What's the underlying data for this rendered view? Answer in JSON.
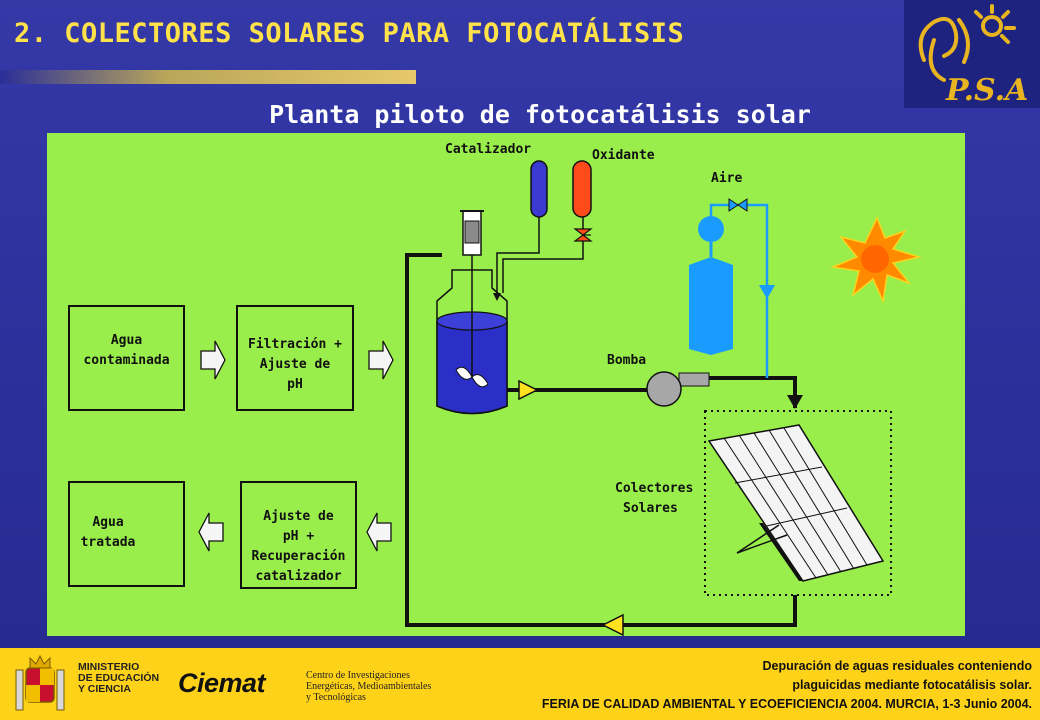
{
  "slide": {
    "title": "2. COLECTORES SOLARES PARA FOTOCATÁLISIS",
    "subtitle": "Planta piloto de fotocatálisis solar"
  },
  "diagram": {
    "boxes": {
      "agua_contaminada": [
        "Agua",
        "contaminada"
      ],
      "filtracion": [
        "Filtración +",
        "Ajuste de",
        "pH"
      ],
      "agua_tratada": [
        "Agua",
        "tratada"
      ],
      "ajuste": [
        "Ajuste de",
        "pH +",
        "Recuperación",
        "catalizador"
      ]
    },
    "labels": {
      "catalizador": "Catalizador",
      "oxidante": "Oxidante",
      "aire": "Aire",
      "bomba": "Bomba",
      "colectores": [
        "Colectores",
        "Solares"
      ]
    },
    "colors": {
      "background": "#99ee4c",
      "reactor": "#2b2fc8",
      "catalyst_tank": "#3a3ad0",
      "oxidant_tank": "#ff4a1a",
      "air_line": "#1a9cff",
      "sun": "#ff7a00"
    }
  },
  "footer": {
    "line1": "Depuración de aguas residuales conteniendo",
    "line2": "plaguicidas mediante fotocatálisis solar.",
    "line3": "FERIA DE CALIDAD AMBIENTAL Y ECOEFICIENCIA 2004. MURCIA, 1-3 Junio 2004.",
    "ministry": [
      "MINISTERIO",
      "DE EDUCACIÓN",
      "Y CIENCIA"
    ],
    "ciemat": "Ciemat",
    "ciemat_sub": [
      "Centro de Investigaciones",
      "Energéticas, Medioambientales",
      "y Tecnológicas"
    ],
    "psa_logo": "P.S.A"
  }
}
